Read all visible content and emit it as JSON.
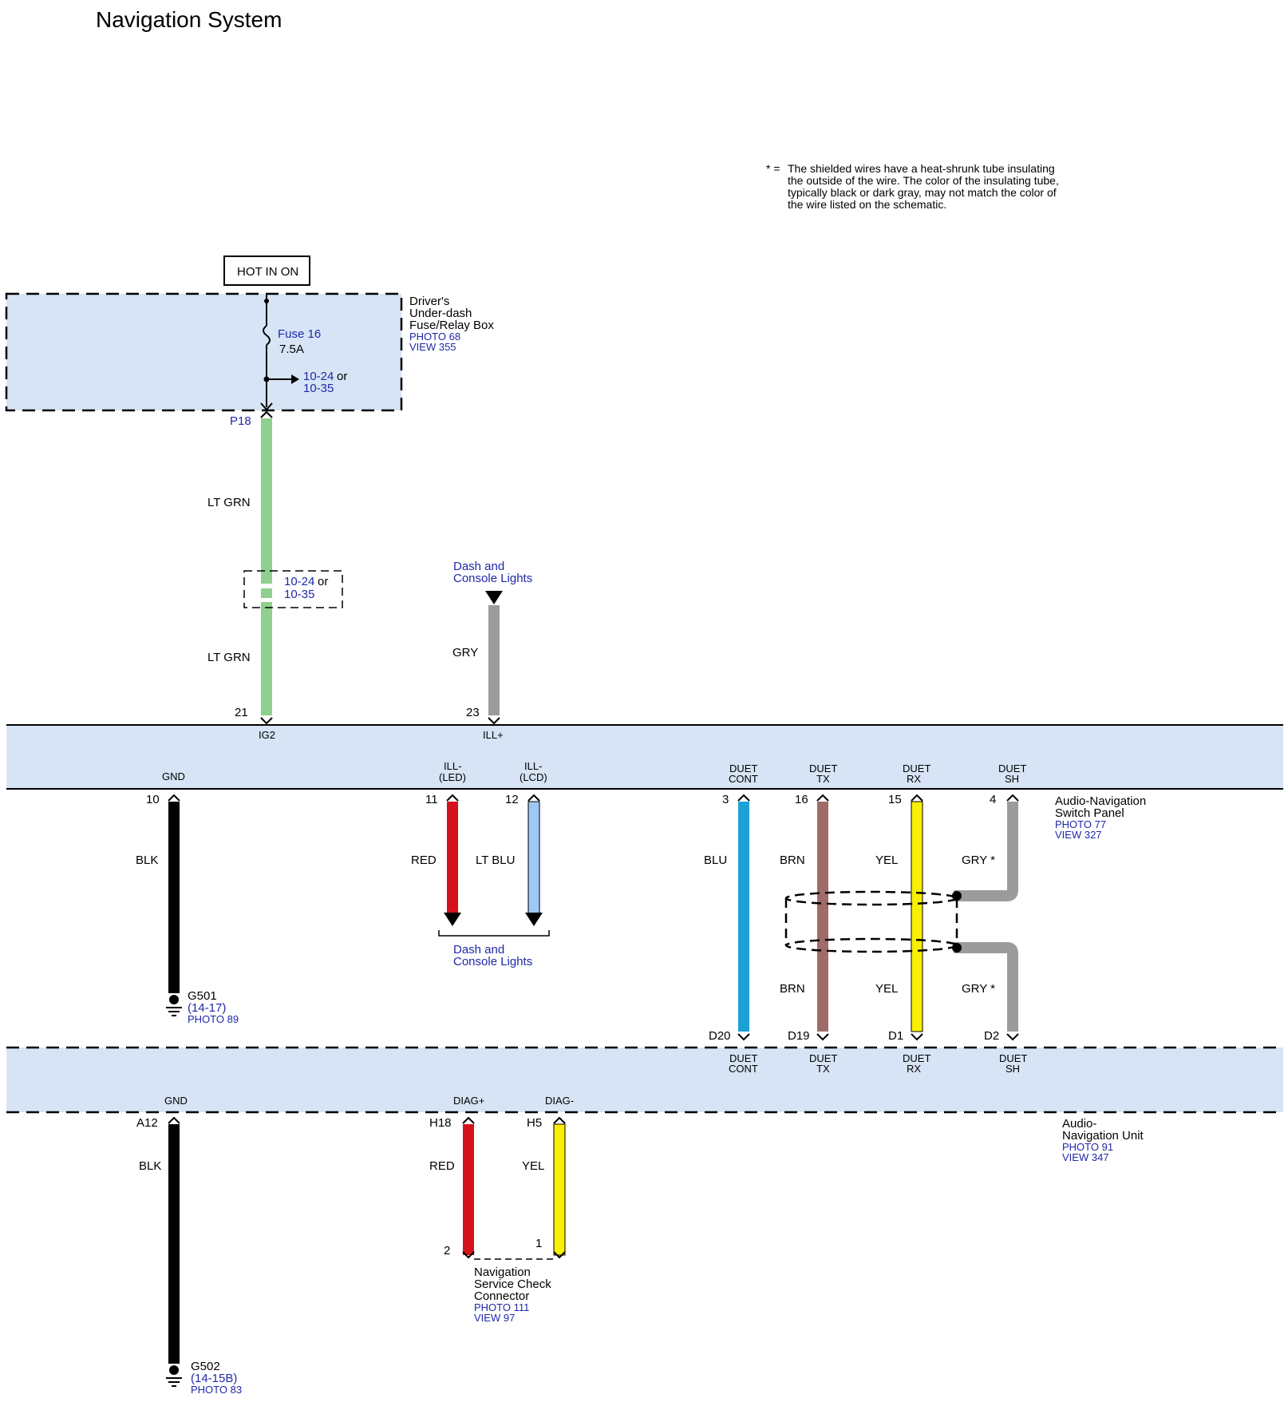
{
  "page_title": "Navigation System",
  "note": {
    "prefix": "* =",
    "lines": [
      "The shielded wires have a heat-shrunk tube insulating",
      "the outside of the wire. The color of the insulating tube,",
      "typically black or dark gray, may not match the color of",
      "the wire listed on the schematic."
    ]
  },
  "hot_in_on": "HOT IN ON",
  "fuse_box": {
    "name_lines": [
      "Driver's",
      "Under-dash",
      "Fuse/Relay Box"
    ],
    "photo": "PHOTO 68",
    "view": "VIEW 355",
    "fuse_label": "Fuse 16",
    "fuse_rating": "7.5A",
    "branch_ref_1": "10-24",
    "branch_or": "or",
    "branch_ref_2": "10-35",
    "terminal": "P18"
  },
  "inline_connector": {
    "ref_1": "10-24",
    "or": "or",
    "ref_2": "10-35"
  },
  "dash_lights_top": [
    "Dash and",
    "Console Lights"
  ],
  "dash_lights_bottom": [
    "Dash and",
    "Console Lights"
  ],
  "switch_panel": {
    "name_lines": [
      "Audio-Navigation",
      "Switch Panel"
    ],
    "photo": "PHOTO 77",
    "view": "VIEW 327",
    "top_pins": [
      {
        "num": "21",
        "label": "IG2"
      },
      {
        "num": "23",
        "label": "ILL+"
      }
    ],
    "bottom_pins": [
      {
        "num": "10",
        "label": "GND"
      },
      {
        "num": "11",
        "label_1": "ILL-",
        "label_2": "(LED)"
      },
      {
        "num": "12",
        "label_1": "ILL-",
        "label_2": "(LCD)"
      },
      {
        "num": "3",
        "label_1": "DUET",
        "label_2": "CONT"
      },
      {
        "num": "16",
        "label_1": "DUET",
        "label_2": "TX"
      },
      {
        "num": "15",
        "label_1": "DUET",
        "label_2": "RX"
      },
      {
        "num": "4",
        "label_1": "DUET",
        "label_2": "SH"
      }
    ]
  },
  "nav_unit": {
    "name_lines": [
      "Audio-",
      "Navigation Unit"
    ],
    "photo": "PHOTO 91",
    "view": "VIEW 347",
    "top_pins": [
      {
        "num": "D20",
        "label_1": "DUET",
        "label_2": "CONT"
      },
      {
        "num": "D19",
        "label_1": "DUET",
        "label_2": "TX"
      },
      {
        "num": "D1",
        "label_1": "DUET",
        "label_2": "RX"
      },
      {
        "num": "D2",
        "label_1": "DUET",
        "label_2": "SH"
      }
    ],
    "bottom_pins": [
      {
        "num": "A12",
        "label": "GND"
      },
      {
        "num": "H18",
        "label": "DIAG+"
      },
      {
        "num": "H5",
        "label": "DIAG-"
      }
    ]
  },
  "service_connector": {
    "name_lines": [
      "Navigation",
      "Service Check",
      "Connector"
    ],
    "photo": "PHOTO 111",
    "view": "VIEW 97",
    "pin_a": "2",
    "pin_b": "1"
  },
  "grounds": [
    {
      "id": "G501",
      "ref": "(14-17)",
      "photo": "PHOTO 89"
    },
    {
      "id": "G502",
      "ref": "(14-15B)",
      "photo": "PHOTO 83"
    }
  ],
  "wire_labels": {
    "ig2_upper": "LT GRN",
    "ig2_lower": "LT GRN",
    "ill_plus": "GRY",
    "gnd_sw": "BLK",
    "ill_led": "RED",
    "ill_lcd": "LT BLU",
    "duet_cont": "BLU",
    "duet_tx_upper": "BRN",
    "duet_rx_upper": "YEL",
    "duet_sh_upper": "GRY *",
    "duet_tx_lower": "BRN",
    "duet_rx_lower": "YEL",
    "duet_sh_lower": "GRY *",
    "gnd_unit": "BLK",
    "diag_plus": "RED",
    "diag_minus": "YEL"
  },
  "colors": {
    "component_fill": "#d6e4f5",
    "lt_grn": "#8fd08f",
    "gry": "#9b9b9b",
    "blk": "#000000",
    "red": "#d4121c",
    "lt_blu": "#9ec8f5",
    "blu": "#1ca1d6",
    "brn": "#a06c68",
    "yel": "#f7f000",
    "link_blue": "#1f28a8"
  }
}
